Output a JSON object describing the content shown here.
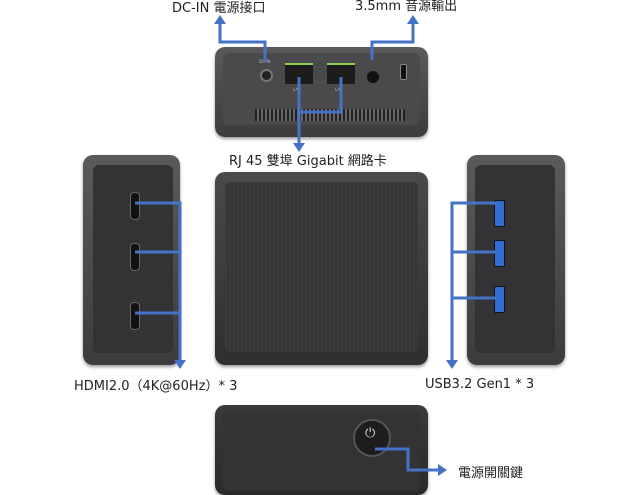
{
  "labels": {
    "dc_in": "DC-IN 電源接口",
    "audio": "3.5mm 音源輸出",
    "rj45": "RJ 45 雙埠 Gigabit  網路卡",
    "hdmi": "HDMI2.0（4K@60Hz）* 3",
    "usb": "USB3.2 Gen1 * 3",
    "power": "電源開關鍵"
  },
  "device_markings": {
    "dc": "DC-IN",
    "lan1": "LAN",
    "lan2": "LAN"
  },
  "colors": {
    "callout": "#4472c4",
    "usb_port": "#2f6fd6",
    "led": "#8fd14f"
  }
}
